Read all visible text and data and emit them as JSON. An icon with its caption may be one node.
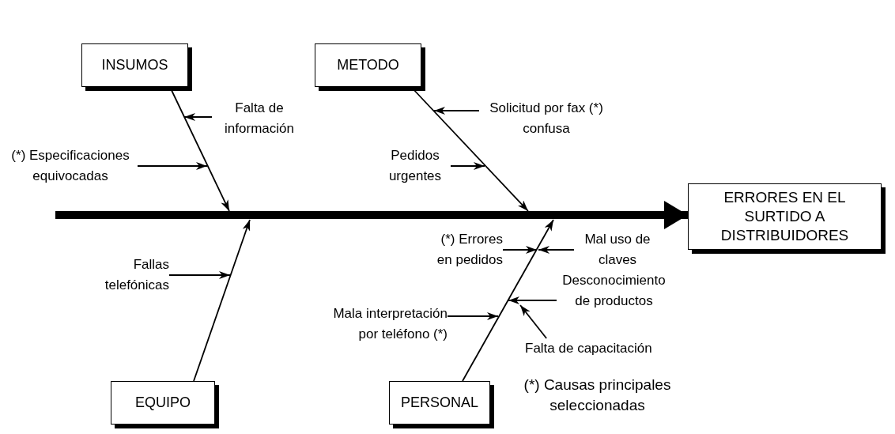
{
  "diagram": {
    "nodes": [
      {
        "text": [
          "INSUMOS"
        ]
      },
      {
        "text": [
          "METODO"
        ]
      },
      {
        "text": [
          "Falta de información"
        ]
      },
      {
        "text": [
          "Solicitud por fax (*) confusa"
        ]
      },
      {
        "text": [
          "(*) Especificaciones equivocadas"
        ]
      },
      {
        "text": [
          "Pedidos urgentes"
        ]
      },
      {
        "text": [
          "ERRORES EN EL SURTIDO A DISTRIBUIDORES"
        ]
      },
      {
        "text": [
          "(*) Errores en pedidos"
        ]
      },
      {
        "text": [
          "Mal uso de claves"
        ]
      },
      {
        "text": [
          "Fallas telefónicas"
        ]
      },
      {
        "text": [
          "Desconocimiento de productos"
        ]
      },
      {
        "text": [
          "Mala interpretación por teléfono (*)"
        ]
      },
      {
        "text": [
          "Falta de capacitación"
        ]
      },
      {
        "text": [
          "EQUIPO"
        ]
      },
      {
        "text": [
          "PERSONAL"
        ]
      }
    ],
    "edges": [
      {
        "from": null,
        "to": 6,
        "arrow": "to",
        "style": "thick"
      },
      {
        "from": 0,
        "to": null,
        "arrow": "to"
      },
      {
        "from": 1,
        "to": null,
        "arrow": "to"
      },
      {
        "from": 13,
        "to": null,
        "arrow": "to"
      },
      {
        "from": 14,
        "to": null,
        "arrow": "to"
      },
      {
        "from": 2,
        "to": null,
        "arrow": "to"
      },
      {
        "from": 3,
        "to": null,
        "arrow": "to"
      },
      {
        "from": 4,
        "to": null,
        "arrow": "to"
      },
      {
        "from": 5,
        "to": null,
        "arrow": "to"
      },
      {
        "from": 7,
        "to": null,
        "arrow": "to"
      },
      {
        "from": 8,
        "to": null,
        "arrow": "to"
      },
      {
        "from": 9,
        "to": null,
        "arrow": "to"
      },
      {
        "from": 10,
        "to": null,
        "arrow": "to"
      },
      {
        "from": 11,
        "to": null,
        "arrow": "to"
      },
      {
        "from": 12,
        "to": null,
        "arrow": "to"
      }
    ],
    "labels": [
      "(*) Causas principales seleccionadas"
    ]
  }
}
